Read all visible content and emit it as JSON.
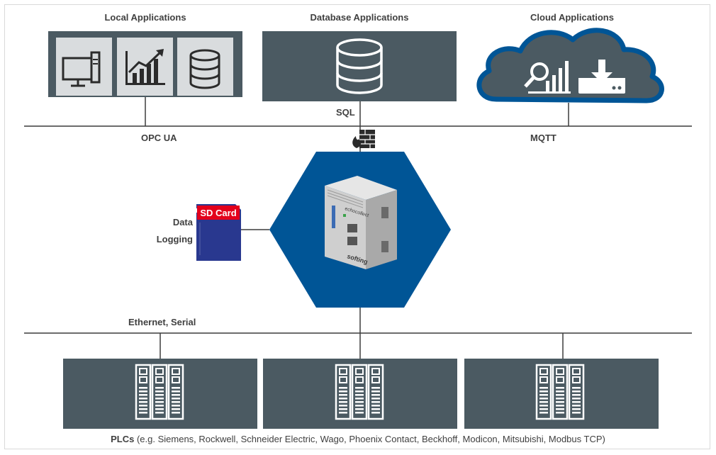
{
  "groups": {
    "local": "Local Applications",
    "database": "Database Applications",
    "cloud": "Cloud Applications"
  },
  "links": {
    "sql": "SQL",
    "opcua": "OPC UA",
    "mqtt": "MQTT",
    "ethernet": "Ethernet, Serial"
  },
  "logging": {
    "line1": "Data",
    "line2": "Logging",
    "card_label": "SD Card"
  },
  "device": {
    "brand": "echocollect",
    "vendor": "softing"
  },
  "footer": {
    "bold": "PLCs",
    "rest": " (e.g. Siemens, Rockwell, Schneider Electric, Wago, Phoenix Contact, Beckhoff, Modicon, Mitsubishi, Modbus TCP)"
  },
  "colors": {
    "panel": "#4b5a62",
    "icon_bg": "#d9dcde",
    "hexagon": "#005596",
    "cloud_outline": "#005596",
    "sd_red": "#e3001b",
    "sd_blue": "#29388f",
    "line": "#3c3c3c"
  }
}
